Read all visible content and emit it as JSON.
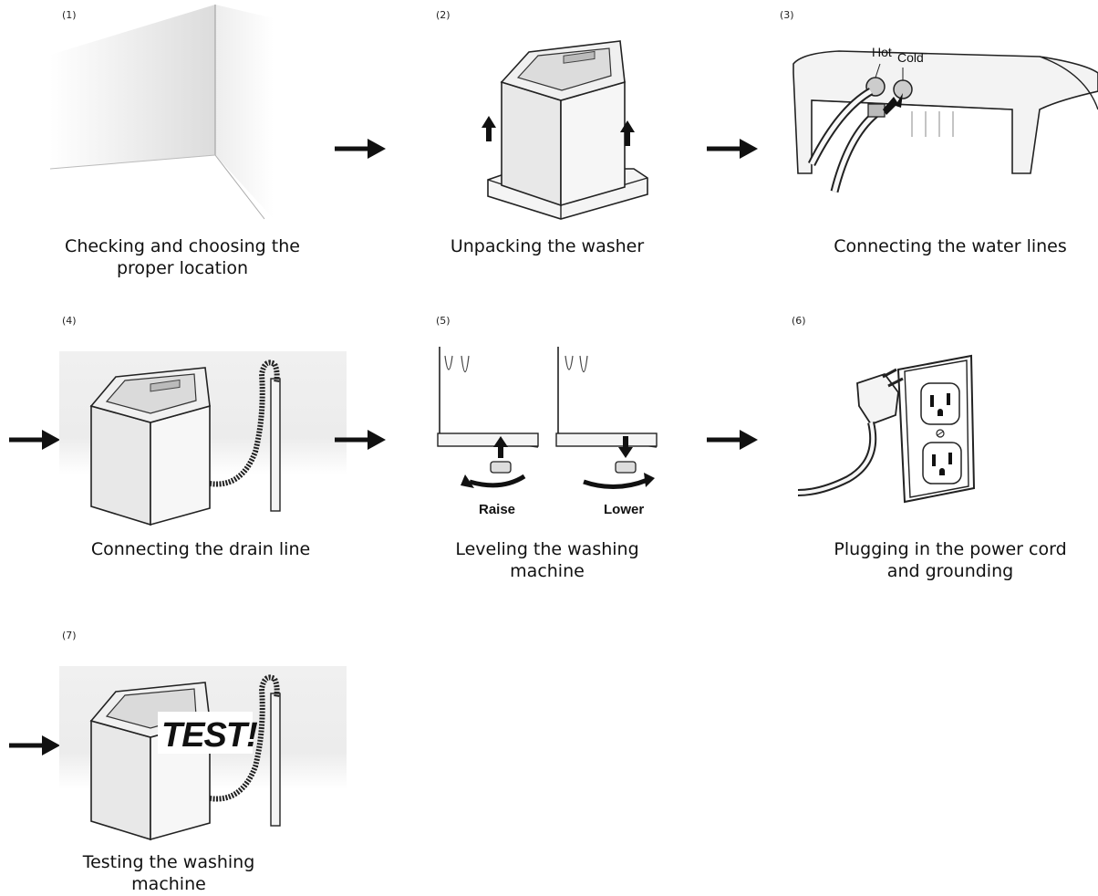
{
  "steps": [
    {
      "number": "(1)",
      "caption_lines": [
        "Checking and choosing the",
        "proper location"
      ]
    },
    {
      "number": "(2)",
      "caption_lines": [
        "Unpacking the washer"
      ]
    },
    {
      "number": "(3)",
      "caption_lines": [
        "Connecting the water lines"
      ],
      "labels": {
        "hot": "Hot",
        "cold": "Cold"
      }
    },
    {
      "number": "(4)",
      "caption_lines": [
        "Connecting the drain line"
      ]
    },
    {
      "number": "(5)",
      "caption_lines": [
        "Leveling the washing",
        "machine"
      ],
      "labels": {
        "raise": "Raise",
        "lower": "Lower"
      }
    },
    {
      "number": "(6)",
      "caption_lines": [
        "Plugging in the power cord",
        "and grounding"
      ]
    },
    {
      "number": "(7)",
      "caption_lines": [
        "Testing the washing",
        "machine"
      ],
      "labels": {
        "test": "TEST!"
      }
    }
  ]
}
